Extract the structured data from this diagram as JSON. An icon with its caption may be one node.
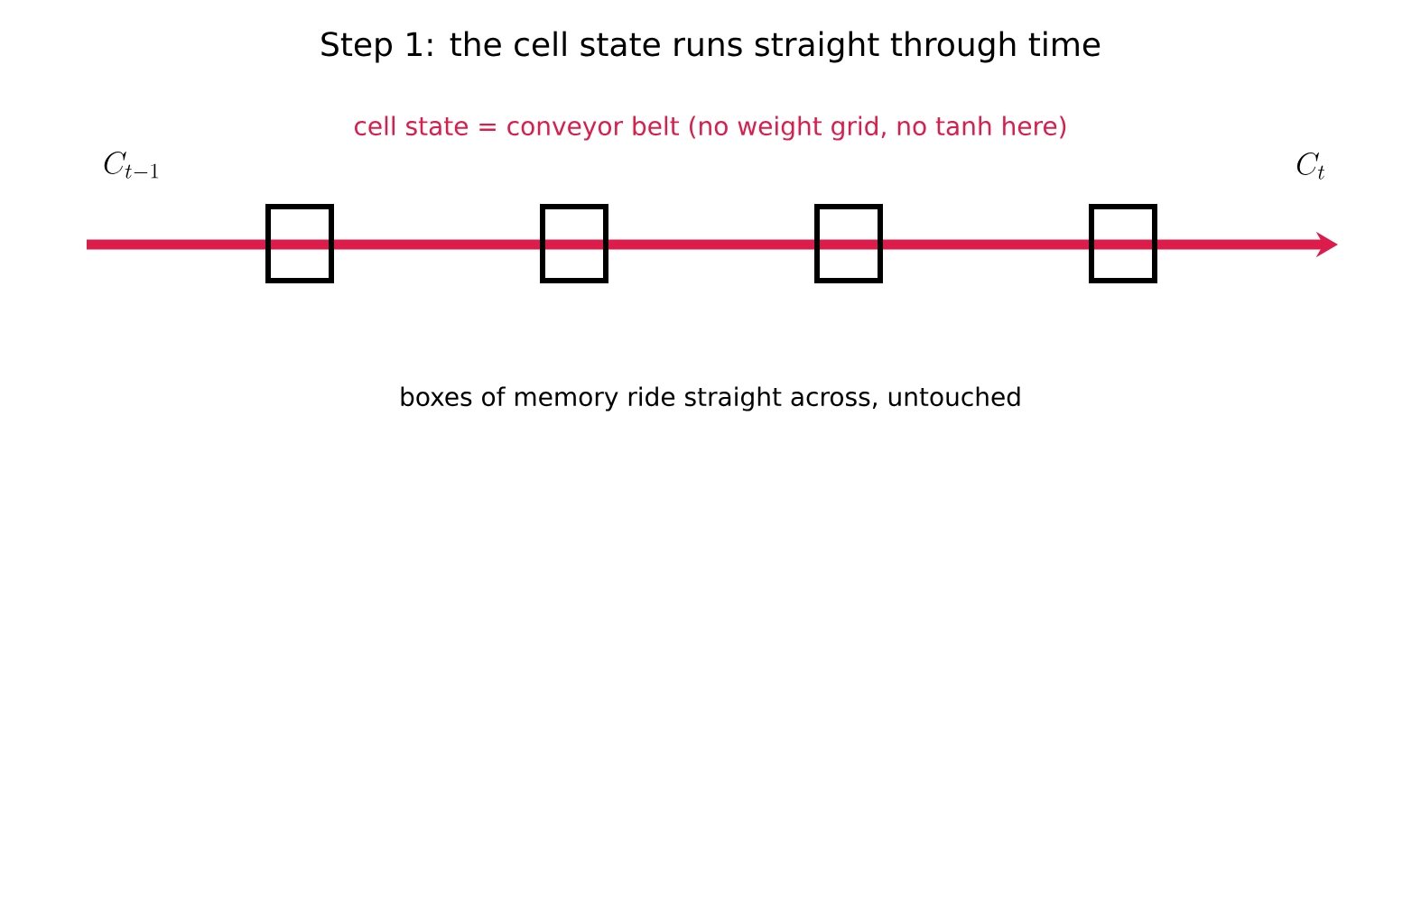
{
  "diagram": {
    "title": "Step 1: the cell state runs straight through time",
    "caption": "boxes of memory ride straight across, untouched",
    "nodes": [
      {
        "text": [],
        "shape": "box"
      },
      {
        "text": [],
        "shape": "box"
      },
      {
        "text": [],
        "shape": "box"
      },
      {
        "text": [],
        "shape": "box"
      }
    ],
    "labels": [
      "cell state = conveyor belt (no weight grid, no tanh here)",
      "C_{t-1}",
      "C_t"
    ]
  }
}
